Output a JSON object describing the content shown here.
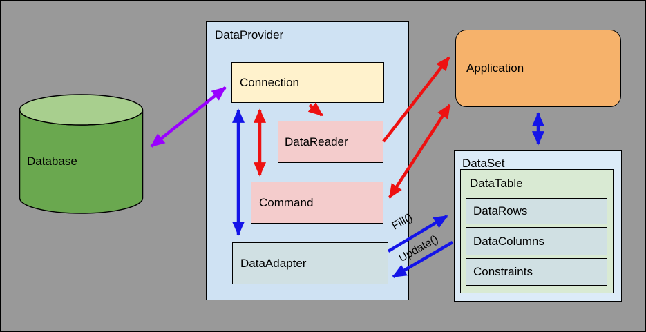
{
  "diagram": {
    "database": {
      "label": "Database"
    },
    "data_provider": {
      "label": "DataProvider",
      "connection": {
        "label": "Connection"
      },
      "data_reader": {
        "label": "DataReader"
      },
      "command": {
        "label": "Command"
      },
      "data_adapter": {
        "label": "DataAdapter"
      }
    },
    "application": {
      "label": "Application"
    },
    "data_set": {
      "label": "DataSet",
      "data_table": {
        "label": "DataTable",
        "rows": [
          "DataRows",
          "DataColumns",
          "Constraints"
        ]
      }
    },
    "arrow_labels": {
      "fill": "Fill()",
      "update": "Update()"
    },
    "colors": {
      "background": "#999999",
      "provider_fill": "#cfe2f3",
      "dataset_fill": "#dcebf8",
      "connection_fill": "#fff2cc",
      "reader_command_fill": "#f4cccc",
      "adapter_fill": "#d0e0e3",
      "datatable_fill": "#d9ead3",
      "application_fill": "#f6b26b",
      "cylinder_body": "#6aa84f",
      "cylinder_top": "#a8cf8e",
      "arrow_red": "#ee1111",
      "arrow_blue": "#1414e8",
      "arrow_purple": "#9900ff"
    }
  }
}
